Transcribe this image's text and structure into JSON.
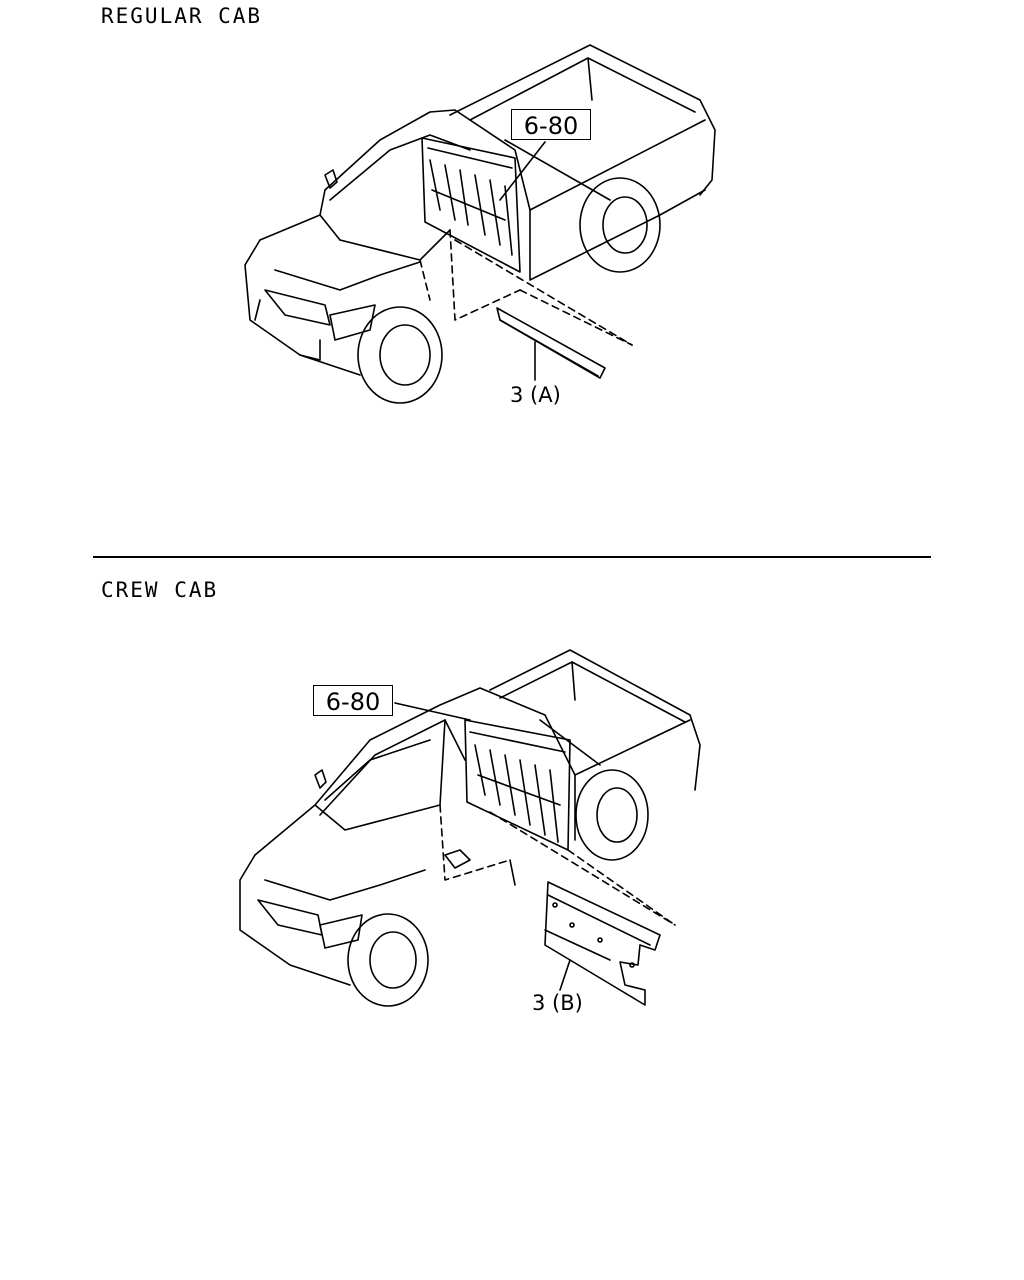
{
  "sections": [
    {
      "title": "REGULAR CAB",
      "reference_box": "6-80",
      "callout": "3 (A)"
    },
    {
      "title": "CREW CAB",
      "reference_box": "6-80",
      "callout": "3 (B)"
    }
  ]
}
